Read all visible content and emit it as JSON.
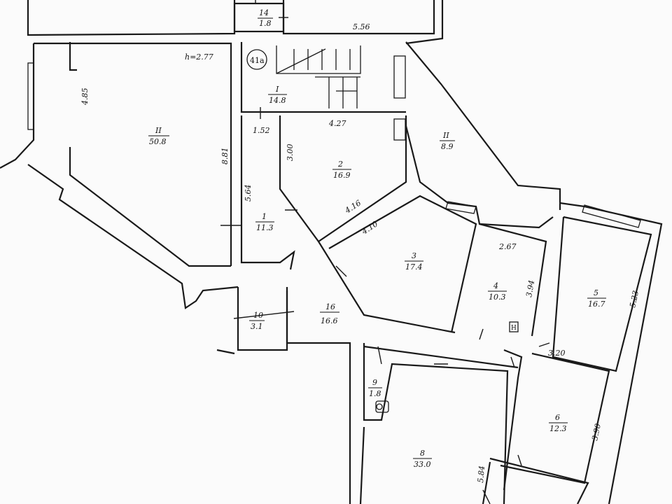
{
  "rooms": [
    {
      "id": "14",
      "area": "1.8"
    },
    {
      "id": "I",
      "area": "14.8"
    },
    {
      "id": "II",
      "area": "50.8"
    },
    {
      "id": "II",
      "area": "8.9"
    },
    {
      "id": "1",
      "area": "11.3"
    },
    {
      "id": "2",
      "area": "16.9"
    },
    {
      "id": "3",
      "area": "17.4"
    },
    {
      "id": "4",
      "area": "10.3"
    },
    {
      "id": "5",
      "area": "16.7"
    },
    {
      "id": "6",
      "area": "12.3"
    },
    {
      "id": "8",
      "area": "33.0"
    },
    {
      "id": "9",
      "area": "1.8"
    },
    {
      "id": "10",
      "area": "3.1"
    },
    {
      "id": "16",
      "area": "16.6"
    }
  ],
  "dimensions": [
    "5.56",
    "4.85",
    "8.81",
    "1.52",
    "3.00",
    "5.64",
    "4.27",
    "4.16",
    "4.10",
    "2.67",
    "3.94",
    "5.23",
    "3.20",
    "3.90",
    "5.84"
  ],
  "height_label": "h=2.77",
  "stair_mark": "41a",
  "symbol_h": "H"
}
